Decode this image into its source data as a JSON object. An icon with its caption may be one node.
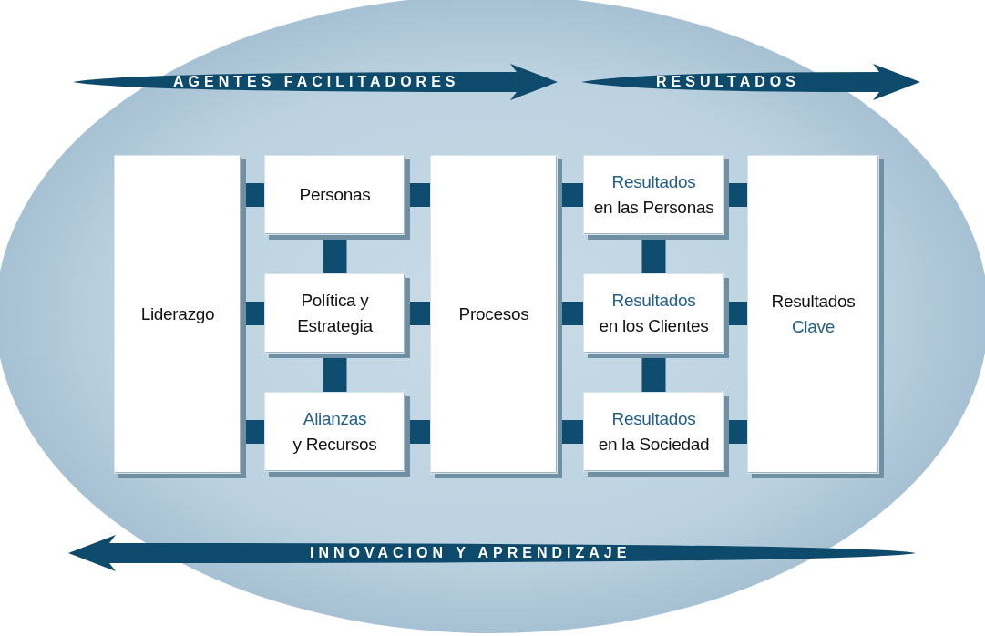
{
  "diagram": {
    "nodes": [
      {
        "text": [
          "Liderazgo"
        ]
      },
      {
        "text": [
          "Personas"
        ]
      },
      {
        "text": [
          "Política y Estrategia"
        ]
      },
      {
        "text": [
          "Alianzas",
          "y Recursos"
        ]
      },
      {
        "text": [
          "Procesos"
        ]
      },
      {
        "text": [
          "Resultados",
          "en las Personas"
        ]
      },
      {
        "text": [
          "Resultados",
          "en los Clientes"
        ]
      },
      {
        "text": [
          "Resultados",
          "en la Sociedad"
        ]
      },
      {
        "text": [
          "Resultados",
          "Clave"
        ]
      }
    ],
    "edges": [
      {
        "from": 0,
        "to": 1,
        "arrow": "none"
      },
      {
        "from": 0,
        "to": 2,
        "arrow": "none"
      },
      {
        "from": 0,
        "to": 3,
        "arrow": "none"
      },
      {
        "from": 1,
        "to": 2,
        "arrow": "none"
      },
      {
        "from": 2,
        "to": 3,
        "arrow": "none"
      },
      {
        "from": 1,
        "to": 4,
        "arrow": "none"
      },
      {
        "from": 2,
        "to": 4,
        "arrow": "none"
      },
      {
        "from": 3,
        "to": 4,
        "arrow": "none"
      },
      {
        "from": 4,
        "to": 5,
        "arrow": "none"
      },
      {
        "from": 4,
        "to": 6,
        "arrow": "none"
      },
      {
        "from": 4,
        "to": 7,
        "arrow": "none"
      },
      {
        "from": 5,
        "to": 6,
        "arrow": "none"
      },
      {
        "from": 6,
        "to": 7,
        "arrow": "none"
      },
      {
        "from": 5,
        "to": 8,
        "arrow": "none"
      },
      {
        "from": 6,
        "to": 8,
        "arrow": "none"
      },
      {
        "from": 7,
        "to": 8,
        "arrow": "none"
      }
    ],
    "labels": [
      "AGENTES FACILITADORES",
      "RESULTADOS",
      "INNOVACION Y APRENDIZAJE"
    ]
  }
}
